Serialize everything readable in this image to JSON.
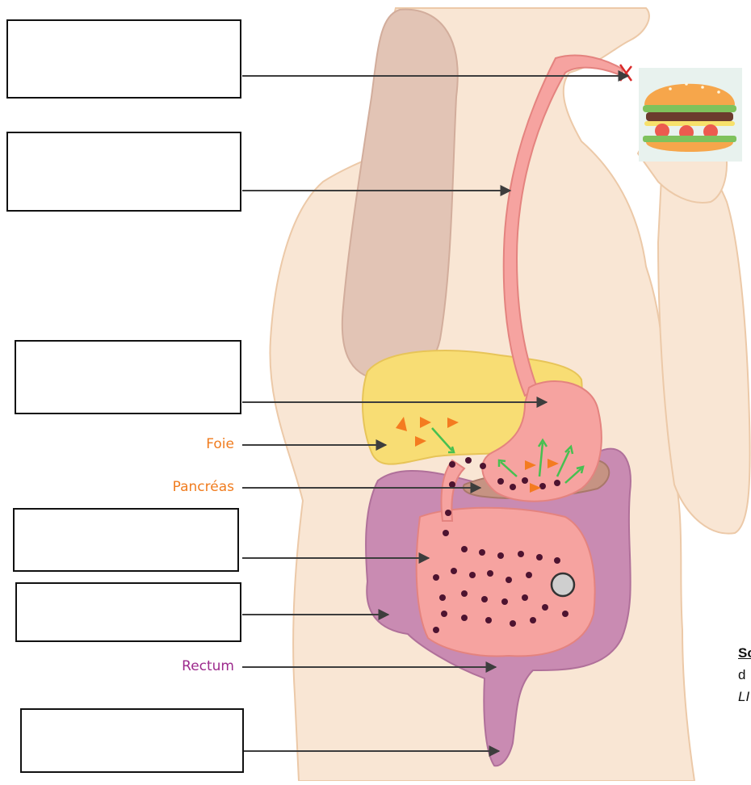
{
  "diagram": {
    "labels": {
      "foie": "Foie",
      "pancreas": "Pancréas",
      "rectum": "Rectum"
    },
    "source_note": {
      "line1": "So",
      "line2": "d",
      "line3": "LI"
    },
    "colors": {
      "skin": "#f9e6d4",
      "skin_edge": "#ecc9a8",
      "arm": "#e2c4b5",
      "liver": "#f8dd74",
      "pancreas": "#c69383",
      "digestive_tract": "#f6a3a0",
      "digestive_edge": "#e4837f",
      "large_intestine": "#c98bb2",
      "dots": "#4d1330",
      "enzymes": "#f47b20",
      "green_arrows": "#46c050",
      "label_orange": "#f07c1f",
      "label_purple": "#9d2b8d",
      "arrow": "#3d3d3d"
    },
    "blank_boxes": 6,
    "icon": "hamburger-icon"
  }
}
